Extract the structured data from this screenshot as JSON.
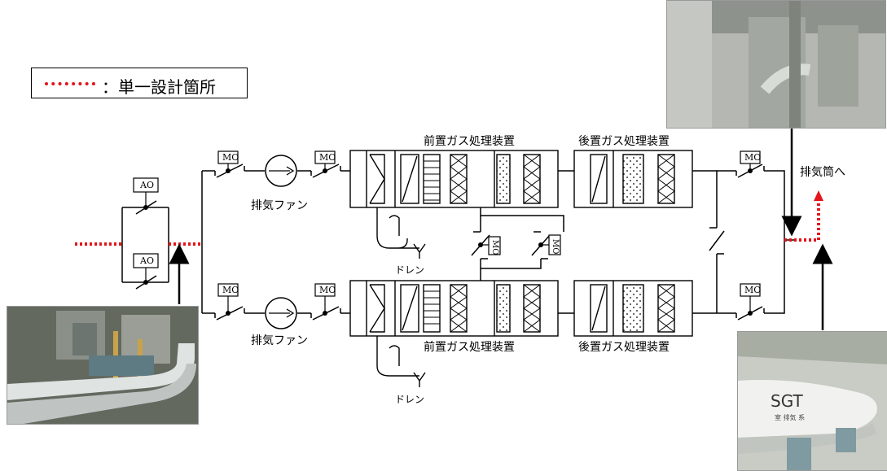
{
  "legend": {
    "text": "：単一設計箇所",
    "line_color": "#e3141a"
  },
  "colors": {
    "line": "#000000",
    "single_design": "#e3141a",
    "flow_arrow": "#e3141a"
  },
  "valves": {
    "ao_top": "AO",
    "ao_bottom": "AO",
    "mo_fan_in_top": "MO",
    "mo_fan_out_top": "MO",
    "mo_fan_in_bottom": "MO",
    "mo_fan_out_bottom": "MO",
    "mo_cross_left": "MO",
    "mo_cross_right": "MO",
    "mo_outlet_top": "MO",
    "mo_outlet_bottom": "MO"
  },
  "labels": {
    "exhaust_fan_top": "排気ファン",
    "exhaust_fan_bottom": "排気ファン",
    "pre_treatment_top": "前置ガス処理装置",
    "post_treatment_top": "後置ガス処理装置",
    "pre_treatment_bottom": "前置ガス処理装置",
    "post_treatment_bottom": "後置ガス処理装置",
    "drain_top": "ドレン",
    "drain_bottom": "ドレン",
    "to_stack": "排気筒へ"
  },
  "photos": {
    "bottom_left": "fan-room-pipe-photo",
    "top_right": "duct-ceiling-photo",
    "bottom_right": "sgts-duct-photo",
    "sgt_text": "SGT",
    "sgt_subtext": "室 排気 系"
  }
}
